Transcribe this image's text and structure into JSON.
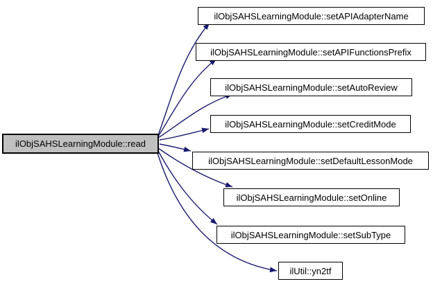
{
  "diagram": {
    "type": "doxygen-call-graph",
    "root": {
      "label": "ilObjSAHSLearningModule::read"
    },
    "callees": [
      {
        "label": "ilObjSAHSLearningModule::setAPIAdapterName"
      },
      {
        "label": "ilObjSAHSLearningModule::setAPIFunctionsPrefix"
      },
      {
        "label": "ilObjSAHSLearningModule::setAutoReview"
      },
      {
        "label": "ilObjSAHSLearningModule::setCreditMode"
      },
      {
        "label": "ilObjSAHSLearningModule::setDefaultLessonMode"
      },
      {
        "label": "ilObjSAHSLearningModule::setOnline"
      },
      {
        "label": "ilObjSAHSLearningModule::setSubType"
      },
      {
        "label": "ilUtil::yn2tf"
      }
    ],
    "edges": [
      {
        "from": "ilObjSAHSLearningModule::read",
        "to": "ilObjSAHSLearningModule::setAPIAdapterName"
      },
      {
        "from": "ilObjSAHSLearningModule::read",
        "to": "ilObjSAHSLearningModule::setAPIFunctionsPrefix"
      },
      {
        "from": "ilObjSAHSLearningModule::read",
        "to": "ilObjSAHSLearningModule::setAutoReview"
      },
      {
        "from": "ilObjSAHSLearningModule::read",
        "to": "ilObjSAHSLearningModule::setCreditMode"
      },
      {
        "from": "ilObjSAHSLearningModule::read",
        "to": "ilObjSAHSLearningModule::setDefaultLessonMode"
      },
      {
        "from": "ilObjSAHSLearningModule::read",
        "to": "ilObjSAHSLearningModule::setOnline"
      },
      {
        "from": "ilObjSAHSLearningModule::read",
        "to": "ilObjSAHSLearningModule::setSubType"
      },
      {
        "from": "ilObjSAHSLearningModule::read",
        "to": "ilUtil::yn2tf"
      }
    ],
    "colors": {
      "edge": "#191970",
      "root_fill": "#c0c0c0",
      "node_fill": "#ffffff",
      "border": "#000000",
      "background": "#ffffff"
    }
  }
}
